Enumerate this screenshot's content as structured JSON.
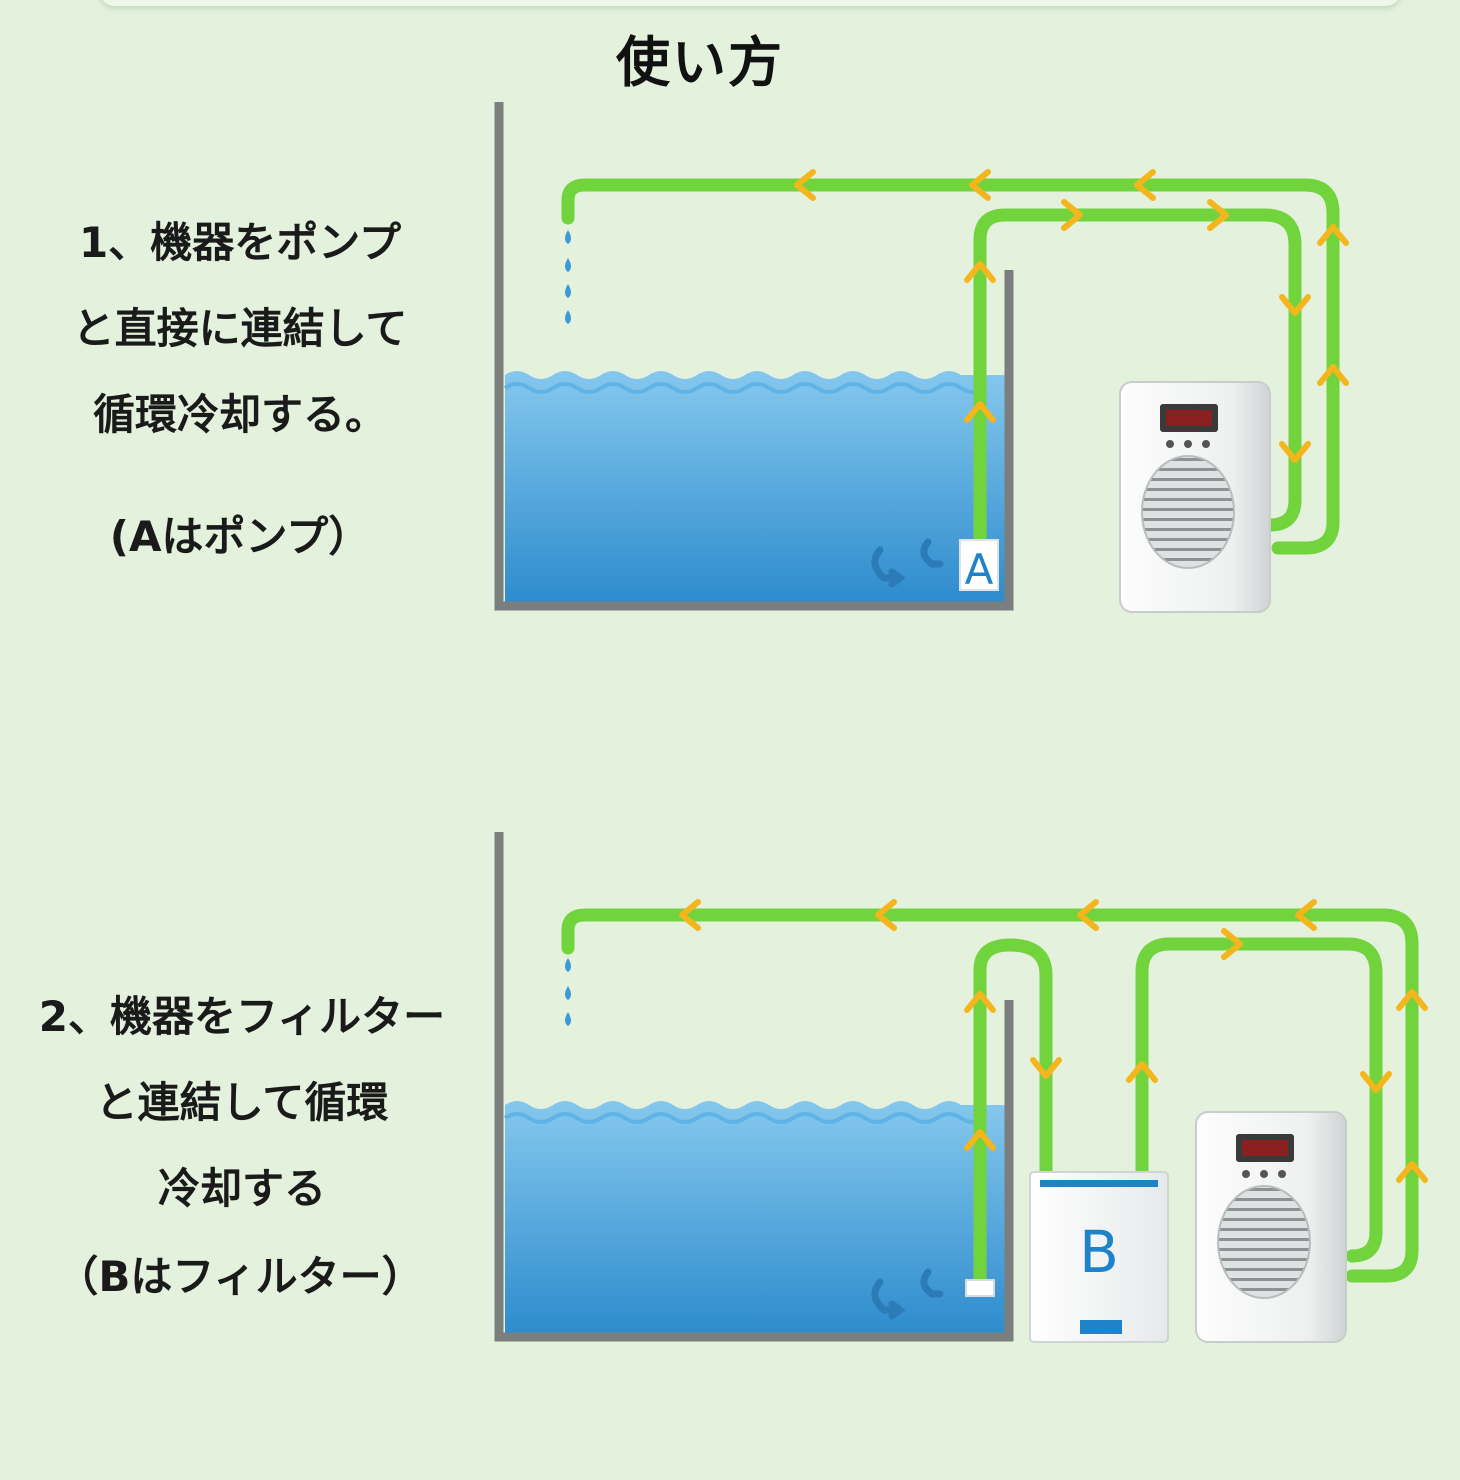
{
  "title": "使い方",
  "section1": {
    "lines": [
      "1、機器をポンプ",
      "と直接に連結して",
      "循環冷却する。"
    ],
    "note": "(Aはポンプ）",
    "pump_label": "A"
  },
  "section2": {
    "lines": [
      "2、機器をフィルター",
      "と連結して循環",
      "冷却する"
    ],
    "note": "（Bはフィルター）",
    "filter_label": "B"
  },
  "colors": {
    "background": "#e3f1dd",
    "pipe": "#72d43d",
    "arrow": "#f5b51c",
    "water_top": "#7fc4ec",
    "water_bottom": "#2f8fd0",
    "tank_wall": "#7a7f7d",
    "drop": "#3a9ad8"
  }
}
